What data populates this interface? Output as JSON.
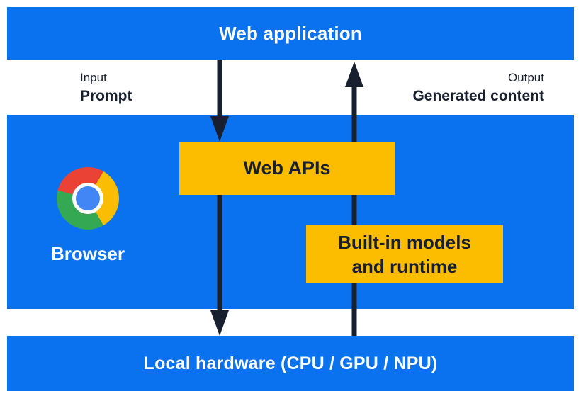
{
  "nodes": {
    "web_application": "Web application",
    "browser": "Browser",
    "web_apis": "Web APIs",
    "builtin_models_line1": "Built-in models",
    "builtin_models_line2": "and runtime",
    "local_hardware": "Local hardware (CPU / GPU / NPU)"
  },
  "labels": {
    "input_kind": "Input",
    "input_value": "Prompt",
    "output_kind": "Output",
    "output_value": "Generated content"
  },
  "icons": {
    "chrome_logo": "chrome-browser-logo"
  },
  "colors": {
    "blue": "#0b72ef",
    "yellow": "#fcbd00",
    "dark": "#18202f",
    "white": "#ffffff",
    "chrome_red": "#ea4335",
    "chrome_yellow": "#fbbc04",
    "chrome_green": "#34a853",
    "chrome_blue": "#4285f4"
  }
}
